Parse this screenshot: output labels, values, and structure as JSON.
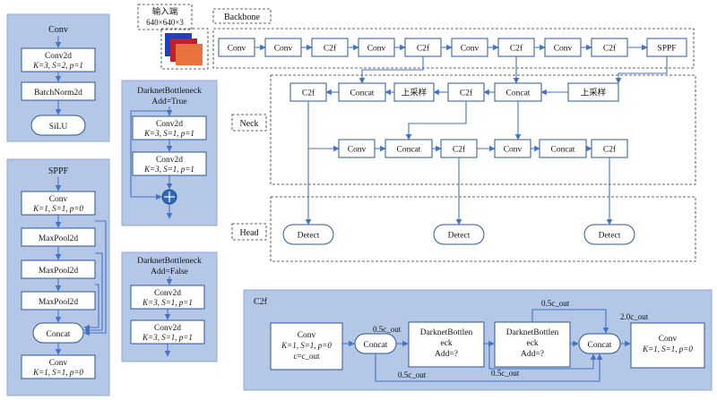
{
  "colors": {
    "panel": "#b4c7e7",
    "stroke": "#2e5597",
    "arrow": "#4472c4",
    "plus": "#2e6db4"
  },
  "conv_block": {
    "title": "Conv",
    "conv2d": "Conv2d",
    "params": "K=3, S=2, p=1",
    "batchnorm": "BatchNorm2d",
    "activation": "SiLU"
  },
  "bottleneck_true": {
    "title_1": "DarknetBottleneck",
    "title_2": "Add=True",
    "conv2d_a": "Conv2d",
    "params_a": "K=3, S=1, p=1",
    "conv2d_b": "Conv2d",
    "params_b": "K=3, S=1, p=1"
  },
  "bottleneck_false": {
    "title_1": "DarknetBottleneck",
    "title_2": "Add=False",
    "conv2d_a": "Conv2d",
    "params_a": "K=3, S=1, p=1",
    "conv2d_b": "Conv2d",
    "params_b": "K=3, S=1, p=1"
  },
  "sppf": {
    "title": "SPPF",
    "conv_in": "Conv",
    "conv_in_params": "K=1, S=1, p=0",
    "maxpool_1": "MaxPool2d",
    "maxpool_2": "MaxPool2d",
    "maxpool_3": "MaxPool2d",
    "concat": "Concat",
    "conv_out": "Conv",
    "conv_out_params": "K=1, S=1, p=0"
  },
  "input": {
    "label": "输入端",
    "size": "640×640×3"
  },
  "sections": {
    "backbone": "Backbone",
    "neck": "Neck",
    "head": "Head"
  },
  "backbone": [
    "Conv",
    "Conv",
    "C2f",
    "Conv",
    "C2f",
    "Conv",
    "C2f",
    "Conv",
    "C2f",
    "SPPF"
  ],
  "neck_top": [
    "C2f",
    "Concat",
    "上采样",
    "C2f",
    "Concat",
    "上采样"
  ],
  "neck_bottom": [
    "Conv",
    "Concat",
    "C2f",
    "Conv",
    "Concat",
    "C2f"
  ],
  "head": [
    "Detect",
    "Detect",
    "Detect"
  ],
  "c2f": {
    "title": "C2f",
    "conv_in": "Conv",
    "conv_in_params": "K=1, S=1, p=0",
    "conv_in_c": "c=c_out",
    "concat_in": "Concat",
    "bottleneck_1_l1": "DarknetBottlen",
    "bottleneck_1_l2": "eck",
    "bottleneck_1_l3": "Add=?",
    "bottleneck_2_l1": "DarknetBottlen",
    "bottleneck_2_l2": "eck",
    "bottleneck_2_l3": "Add=?",
    "concat_out": "Concat",
    "conv_out": "Conv",
    "conv_out_params": "K=1, S=1, p=0",
    "label_split_top": "0.5c_out",
    "label_split_bottom": "0.5c_out",
    "label_mid": "0.5c_out",
    "label_top_bypass": "0.5c_out",
    "label_out": "2.0c_out"
  }
}
